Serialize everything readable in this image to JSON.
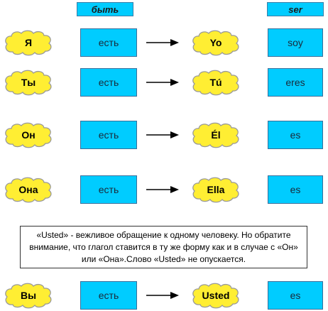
{
  "headers": {
    "russian_verb": "быть",
    "spanish_verb": "ser"
  },
  "colors": {
    "box_fill": "#00ccff",
    "cloud_fill": "#ffee33",
    "cloud_stroke": "#999999"
  },
  "rows": [
    {
      "pronoun_ru": "Я",
      "verb_ru": "есть",
      "pronoun_es": "Yo",
      "verb_es": "soy"
    },
    {
      "pronoun_ru": "Ты",
      "verb_ru": "есть",
      "pronoun_es": "Tú",
      "verb_es": "eres"
    },
    {
      "pronoun_ru": "Он",
      "verb_ru": "есть",
      "pronoun_es": "Él",
      "verb_es": "es"
    },
    {
      "pronoun_ru": "Она",
      "verb_ru": "есть",
      "pronoun_es": "Ella",
      "verb_es": "es"
    },
    {
      "pronoun_ru": "Вы",
      "verb_ru": "есть",
      "pronoun_es": "Usted",
      "verb_es": "es"
    }
  ],
  "note": "«Usted» - вежливое обращение к одному человеку. Но обратите внимание, что глагол ставится в ту же форму как и в случае с «Он» или «Она».Слово «Usted» не опускается.",
  "icons": {
    "cloud": "cloud-shape",
    "arrow": "right-arrow-icon"
  }
}
